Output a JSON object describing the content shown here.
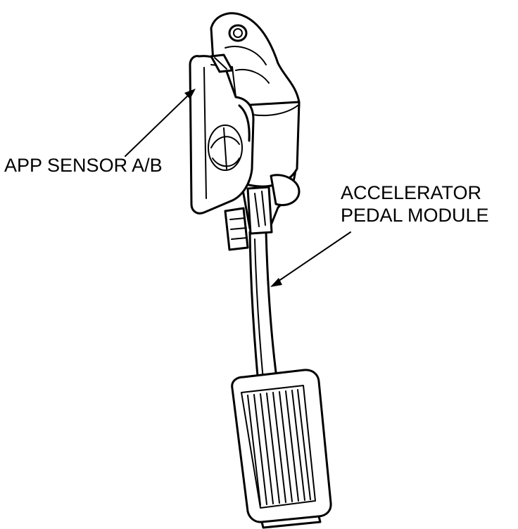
{
  "diagram": {
    "labels": {
      "app_sensor": "APP SENSOR A/B",
      "accelerator_pedal_module": [
        "ACCELERATOR",
        "PEDAL MODULE"
      ]
    },
    "colors": {
      "line": "#000000",
      "background": "#ffffff"
    }
  }
}
